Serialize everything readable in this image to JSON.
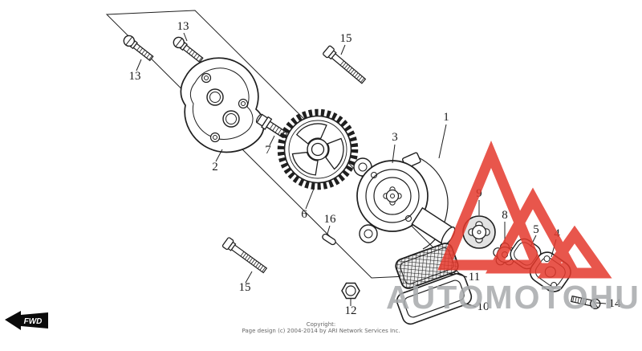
{
  "diagram": {
    "callouts": {
      "c1": "1",
      "c2": "2",
      "c3": "3",
      "c4": "4",
      "c5": "5",
      "c6": "6",
      "c7": "7",
      "c8": "8",
      "c9": "9",
      "c10": "10",
      "c11": "11",
      "c12": "12",
      "c13a": "13",
      "c13b": "13",
      "c14": "14",
      "c15a": "15",
      "c15b": "15",
      "c16": "16"
    },
    "fwd_label": "FWD",
    "copyright_line1": "Copyright:",
    "copyright_line2": "Page design (c) 2004-2014 by ARI Network Services Inc.",
    "watermark_text": "AUTOMOTOHUB",
    "colors": {
      "logo_red": "#e5392d",
      "watermark_gray": "#a7aaac"
    }
  }
}
